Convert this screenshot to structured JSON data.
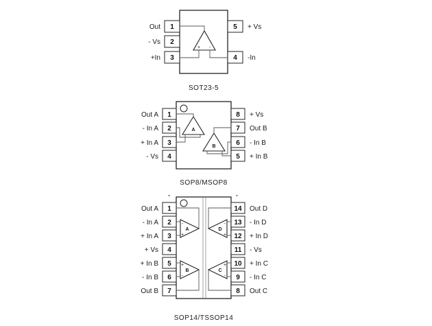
{
  "packages": [
    {
      "name": "SOT23-5",
      "left_pins": [
        {
          "num": "1",
          "label": "Out"
        },
        {
          "num": "2",
          "label": "- Vs"
        },
        {
          "num": "3",
          "label": "+In"
        }
      ],
      "right_pins": [
        {
          "num": "5",
          "label": "+ Vs"
        },
        {
          "num": "4",
          "label": "-In"
        }
      ]
    },
    {
      "name": "SOP8/MSOP8",
      "left_pins": [
        {
          "num": "1",
          "label": "Out A"
        },
        {
          "num": "2",
          "label": "- In A"
        },
        {
          "num": "3",
          "label": "+ In A"
        },
        {
          "num": "4",
          "label": "- Vs"
        }
      ],
      "right_pins": [
        {
          "num": "8",
          "label": "+ Vs"
        },
        {
          "num": "7",
          "label": "Out B"
        },
        {
          "num": "6",
          "label": "- In B"
        },
        {
          "num": "5",
          "label": "+ In B"
        }
      ],
      "amplifiers": [
        "A",
        "B"
      ]
    },
    {
      "name": "SOP14/TSSOP14",
      "left_pins": [
        {
          "num": "1",
          "label": "Out A"
        },
        {
          "num": "2",
          "label": "- In A"
        },
        {
          "num": "3",
          "label": "+ In A"
        },
        {
          "num": "4",
          "label": "+ Vs"
        },
        {
          "num": "5",
          "label": "+ In B"
        },
        {
          "num": "6",
          "label": "- In B"
        },
        {
          "num": "7",
          "label": "Out B"
        }
      ],
      "right_pins": [
        {
          "num": "14",
          "label": "Out D"
        },
        {
          "num": "13",
          "label": "- In D"
        },
        {
          "num": "12",
          "label": "+ In D"
        },
        {
          "num": "11",
          "label": "- Vs"
        },
        {
          "num": "10",
          "label": "+ In C"
        },
        {
          "num": "9",
          "label": "- In C"
        },
        {
          "num": "8",
          "label": "Out C"
        }
      ],
      "amplifiers": [
        "A",
        "D",
        "B",
        "C"
      ]
    }
  ],
  "signs": {
    "plus": "+",
    "minus": "-"
  },
  "colors": {
    "line": "#222222",
    "wire": "#555555"
  }
}
